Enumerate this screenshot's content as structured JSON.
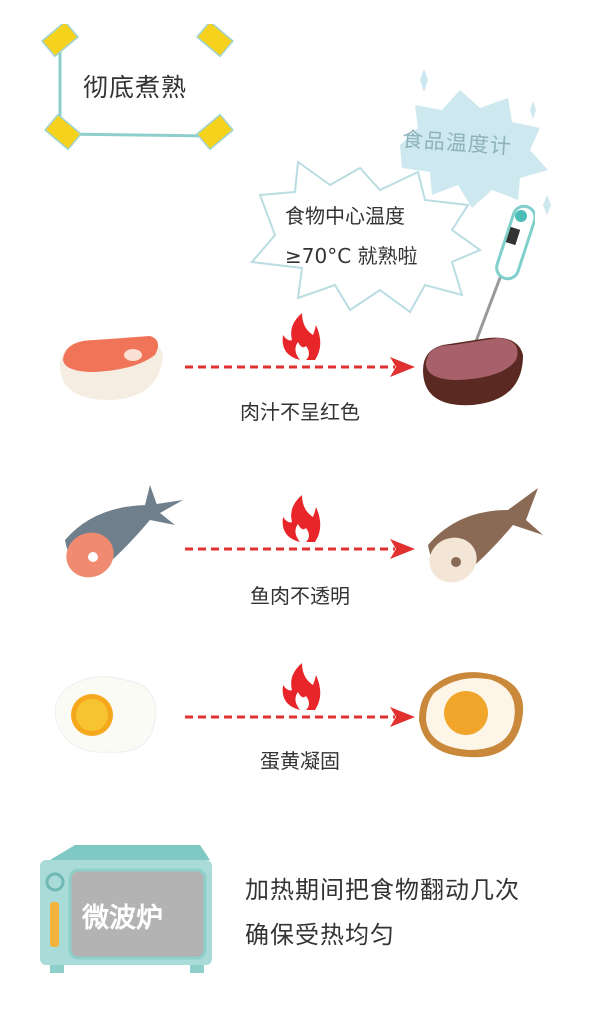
{
  "title": "彻底煮熟",
  "thermometer_cloud": "食品温度计",
  "burst": {
    "line1": "食物中心温度",
    "line2": "≥70°C 就熟啦"
  },
  "rows": [
    {
      "label": "肉汁不呈红色",
      "before": "raw-steak",
      "after": "cooked-steak"
    },
    {
      "label": "鱼肉不透明",
      "before": "raw-fish",
      "after": "cooked-fish"
    },
    {
      "label": "蛋黄凝固",
      "before": "raw-egg",
      "after": "fried-egg"
    }
  ],
  "microwave": {
    "label": "微波炉"
  },
  "tip": {
    "line1": "加热期间把食物翻动几次",
    "line2": "确保受热均匀"
  },
  "colors": {
    "accent_yellow": "#f7d21c",
    "teal": "#8fcfcb",
    "arrow_red": "#e03030",
    "flame": "#e8262a"
  }
}
